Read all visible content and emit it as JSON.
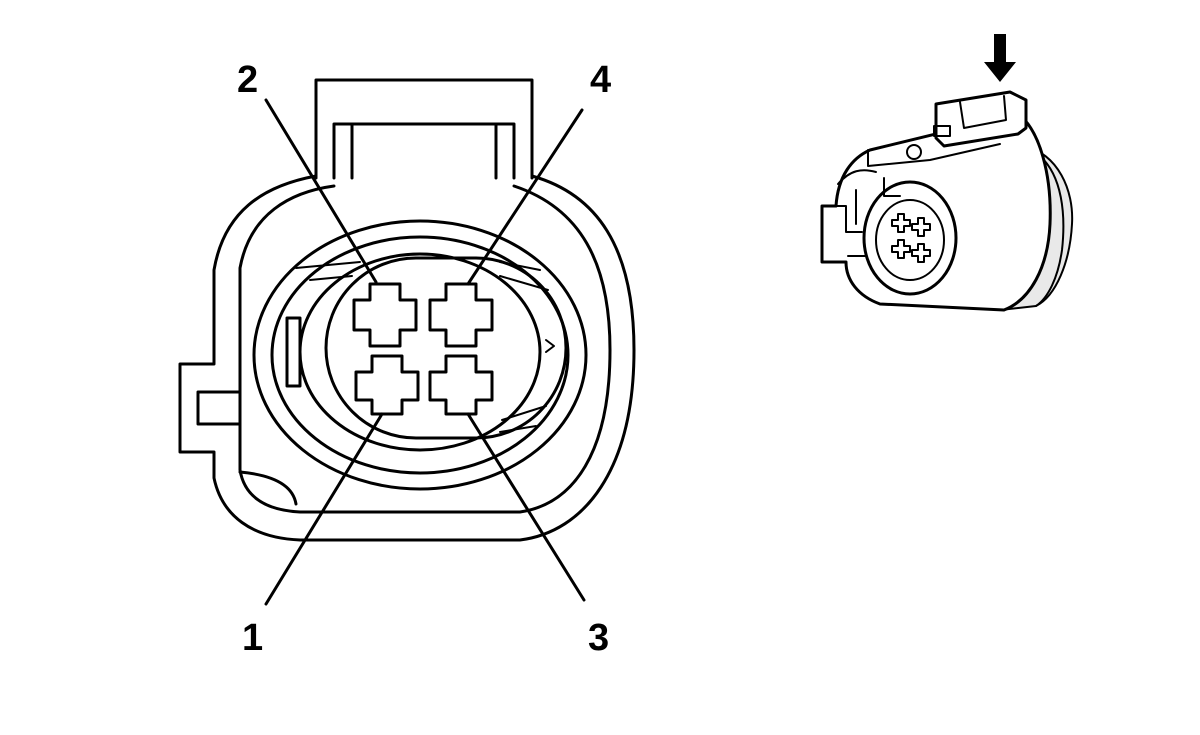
{
  "diagram": {
    "pins": [
      {
        "label": "1"
      },
      {
        "label": "2"
      },
      {
        "label": "3"
      },
      {
        "label": "4"
      }
    ],
    "view_arrow": "down-arrow-icon"
  }
}
